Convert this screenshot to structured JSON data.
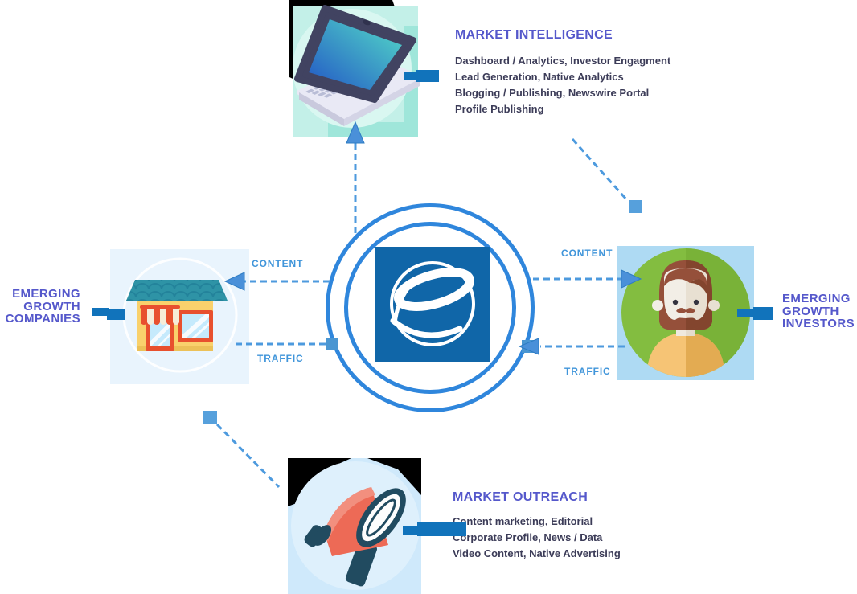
{
  "nodes": {
    "market_intelligence": {
      "title": "MARKET INTELLIGENCE",
      "lines": [
        "Dashboard / Analytics, Investor Engagment",
        "Lead Generation, Native Analytics",
        "Blogging / Publishing, Newswire Portal",
        "Profile Publishing"
      ]
    },
    "market_outreach": {
      "title": "MARKET OUTREACH",
      "lines": [
        "Content marketing, Editorial",
        "Corporate Profile, News / Data",
        "Video Content, Native Advertising"
      ]
    },
    "emerging_growth_companies": {
      "line1": "EMERGING",
      "line2": "GROWTH",
      "line3": "COMPANIES"
    },
    "emerging_growth_investors": {
      "line1": "EMERGING",
      "line2": "GROWTH",
      "line3": "INVESTORS"
    }
  },
  "flow_labels": {
    "left_content": "CONTENT",
    "left_traffic": "TRAFFIC",
    "right_content": "CONTENT",
    "right_traffic": "TRAFFIC"
  },
  "colors": {
    "accent_purple": "#5558cb",
    "dark_text": "#3c3c58",
    "flow_label_blue": "#4095da",
    "dashed_line_blue": "#4d9ade",
    "hub_ring_blue": "#2f86dc",
    "connector_bar_blue": "#1173bb",
    "logo_blue": "#1066a8",
    "mint_square": "#c3f0e8",
    "storefront_square": "#e9f4fd",
    "avatar_square": "#aedaf3",
    "megaphone_square": "#cfe9fb",
    "avatar_green": "#83bd40"
  }
}
